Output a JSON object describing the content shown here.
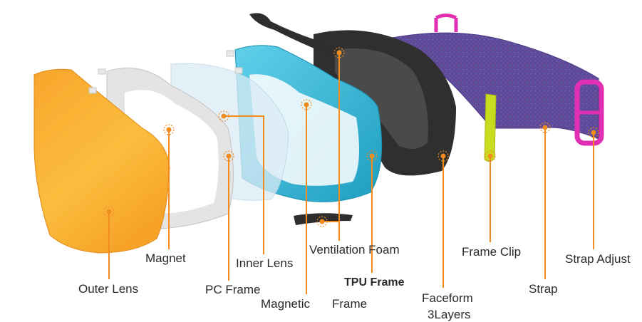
{
  "diagram": {
    "parts": [
      {
        "id": "outer-lens",
        "label": "Outer Lens"
      },
      {
        "id": "magnet",
        "label": "Magnet"
      },
      {
        "id": "pc-frame",
        "label": "PC Frame"
      },
      {
        "id": "inner-lens",
        "label": "Inner Lens"
      },
      {
        "id": "magnetic",
        "label": "Magnetic"
      },
      {
        "id": "ventilation-foam",
        "label": "Ventilation Foam"
      },
      {
        "id": "tpu-frame-top",
        "label": "TPU  Frame"
      },
      {
        "id": "tpu-frame-bottom",
        "label": "Frame"
      },
      {
        "id": "faceform-1",
        "label": "Faceform"
      },
      {
        "id": "faceform-2",
        "label": "3Layers"
      },
      {
        "id": "frame-clip",
        "label": "Frame Clip"
      },
      {
        "id": "strap",
        "label": "Strap"
      },
      {
        "id": "strap-adjust",
        "label": "Strap Adjust"
      }
    ],
    "colors": {
      "leader": "#f28c1e",
      "outer_lens": "#f7b133",
      "pc_frame": "#e4e4e4",
      "inner_lens": "#dbeef6",
      "tpu_frame": "#39b8d6",
      "faceform": "#2f2f2f",
      "frame_clip": "#c9dc1f",
      "strap": "#5b4a98",
      "strap_adjust": "#e02fb2"
    }
  }
}
